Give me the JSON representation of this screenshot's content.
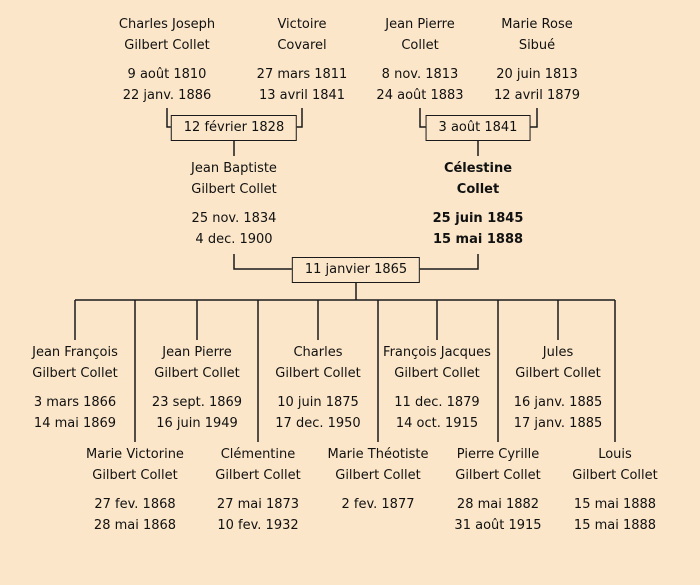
{
  "page": {
    "background_color": "#fbe6c9",
    "line_color": "#1a1a1a"
  },
  "tree": {
    "generation1": [
      {
        "given": "Charles Joseph",
        "surname": "Gilbert Collet",
        "birth": "9 août 1810",
        "death": "22 janv. 1886"
      },
      {
        "given": "Victoire",
        "surname": "Covarel",
        "birth": "27 mars 1811",
        "death": "13 avril 1841"
      },
      {
        "given": "Jean Pierre",
        "surname": "Collet",
        "birth": "8 nov. 1813",
        "death": "24 août 1883"
      },
      {
        "given": "Marie Rose",
        "surname": "Sibué",
        "birth": "20 juin 1813",
        "death": "12 avril 1879"
      }
    ],
    "marriages": [
      {
        "date": "12 février 1828"
      },
      {
        "date": "3 août 1841"
      },
      {
        "date": "11 janvier 1865"
      }
    ],
    "generation2": [
      {
        "given": "Jean Baptiste",
        "surname": "Gilbert Collet",
        "birth": "25 nov. 1834",
        "death": "4 dec. 1900"
      },
      {
        "given": "Célestine",
        "surname": "Collet",
        "birth": "25 juin 1845",
        "death": "15 mai 1888"
      }
    ],
    "generation3_row1": [
      {
        "given": "Jean François",
        "surname": "Gilbert Collet",
        "birth": "3 mars 1866",
        "death": "14 mai 1869"
      },
      {
        "given": "Jean Pierre",
        "surname": "Gilbert Collet",
        "birth": "23 sept. 1869",
        "death": "16 juin 1949"
      },
      {
        "given": "Charles",
        "surname": "Gilbert Collet",
        "birth": "10 juin 1875",
        "death": "17 dec. 1950"
      },
      {
        "given": "François Jacques",
        "surname": "Gilbert Collet",
        "birth": "11 dec. 1879",
        "death": "14 oct. 1915"
      },
      {
        "given": "Jules",
        "surname": "Gilbert Collet",
        "birth": "16 janv. 1885",
        "death": "17 janv. 1885"
      }
    ],
    "generation3_row2": [
      {
        "given": "Marie Victorine",
        "surname": "Gilbert Collet",
        "birth": "27 fev. 1868",
        "death": "28 mai 1868"
      },
      {
        "given": "Clémentine",
        "surname": "Gilbert Collet",
        "birth": "27 mai 1873",
        "death": "10 fev. 1932"
      },
      {
        "given": "Marie Théotiste",
        "surname": "Gilbert Collet",
        "birth": "2 fev. 1877",
        "death": ""
      },
      {
        "given": "Pierre Cyrille",
        "surname": "Gilbert Collet",
        "birth": "28 mai 1882",
        "death": "31 août 1915"
      },
      {
        "given": "Louis",
        "surname": "Gilbert Collet",
        "birth": "15 mai 1888",
        "death": "15 mai 1888"
      }
    ]
  }
}
